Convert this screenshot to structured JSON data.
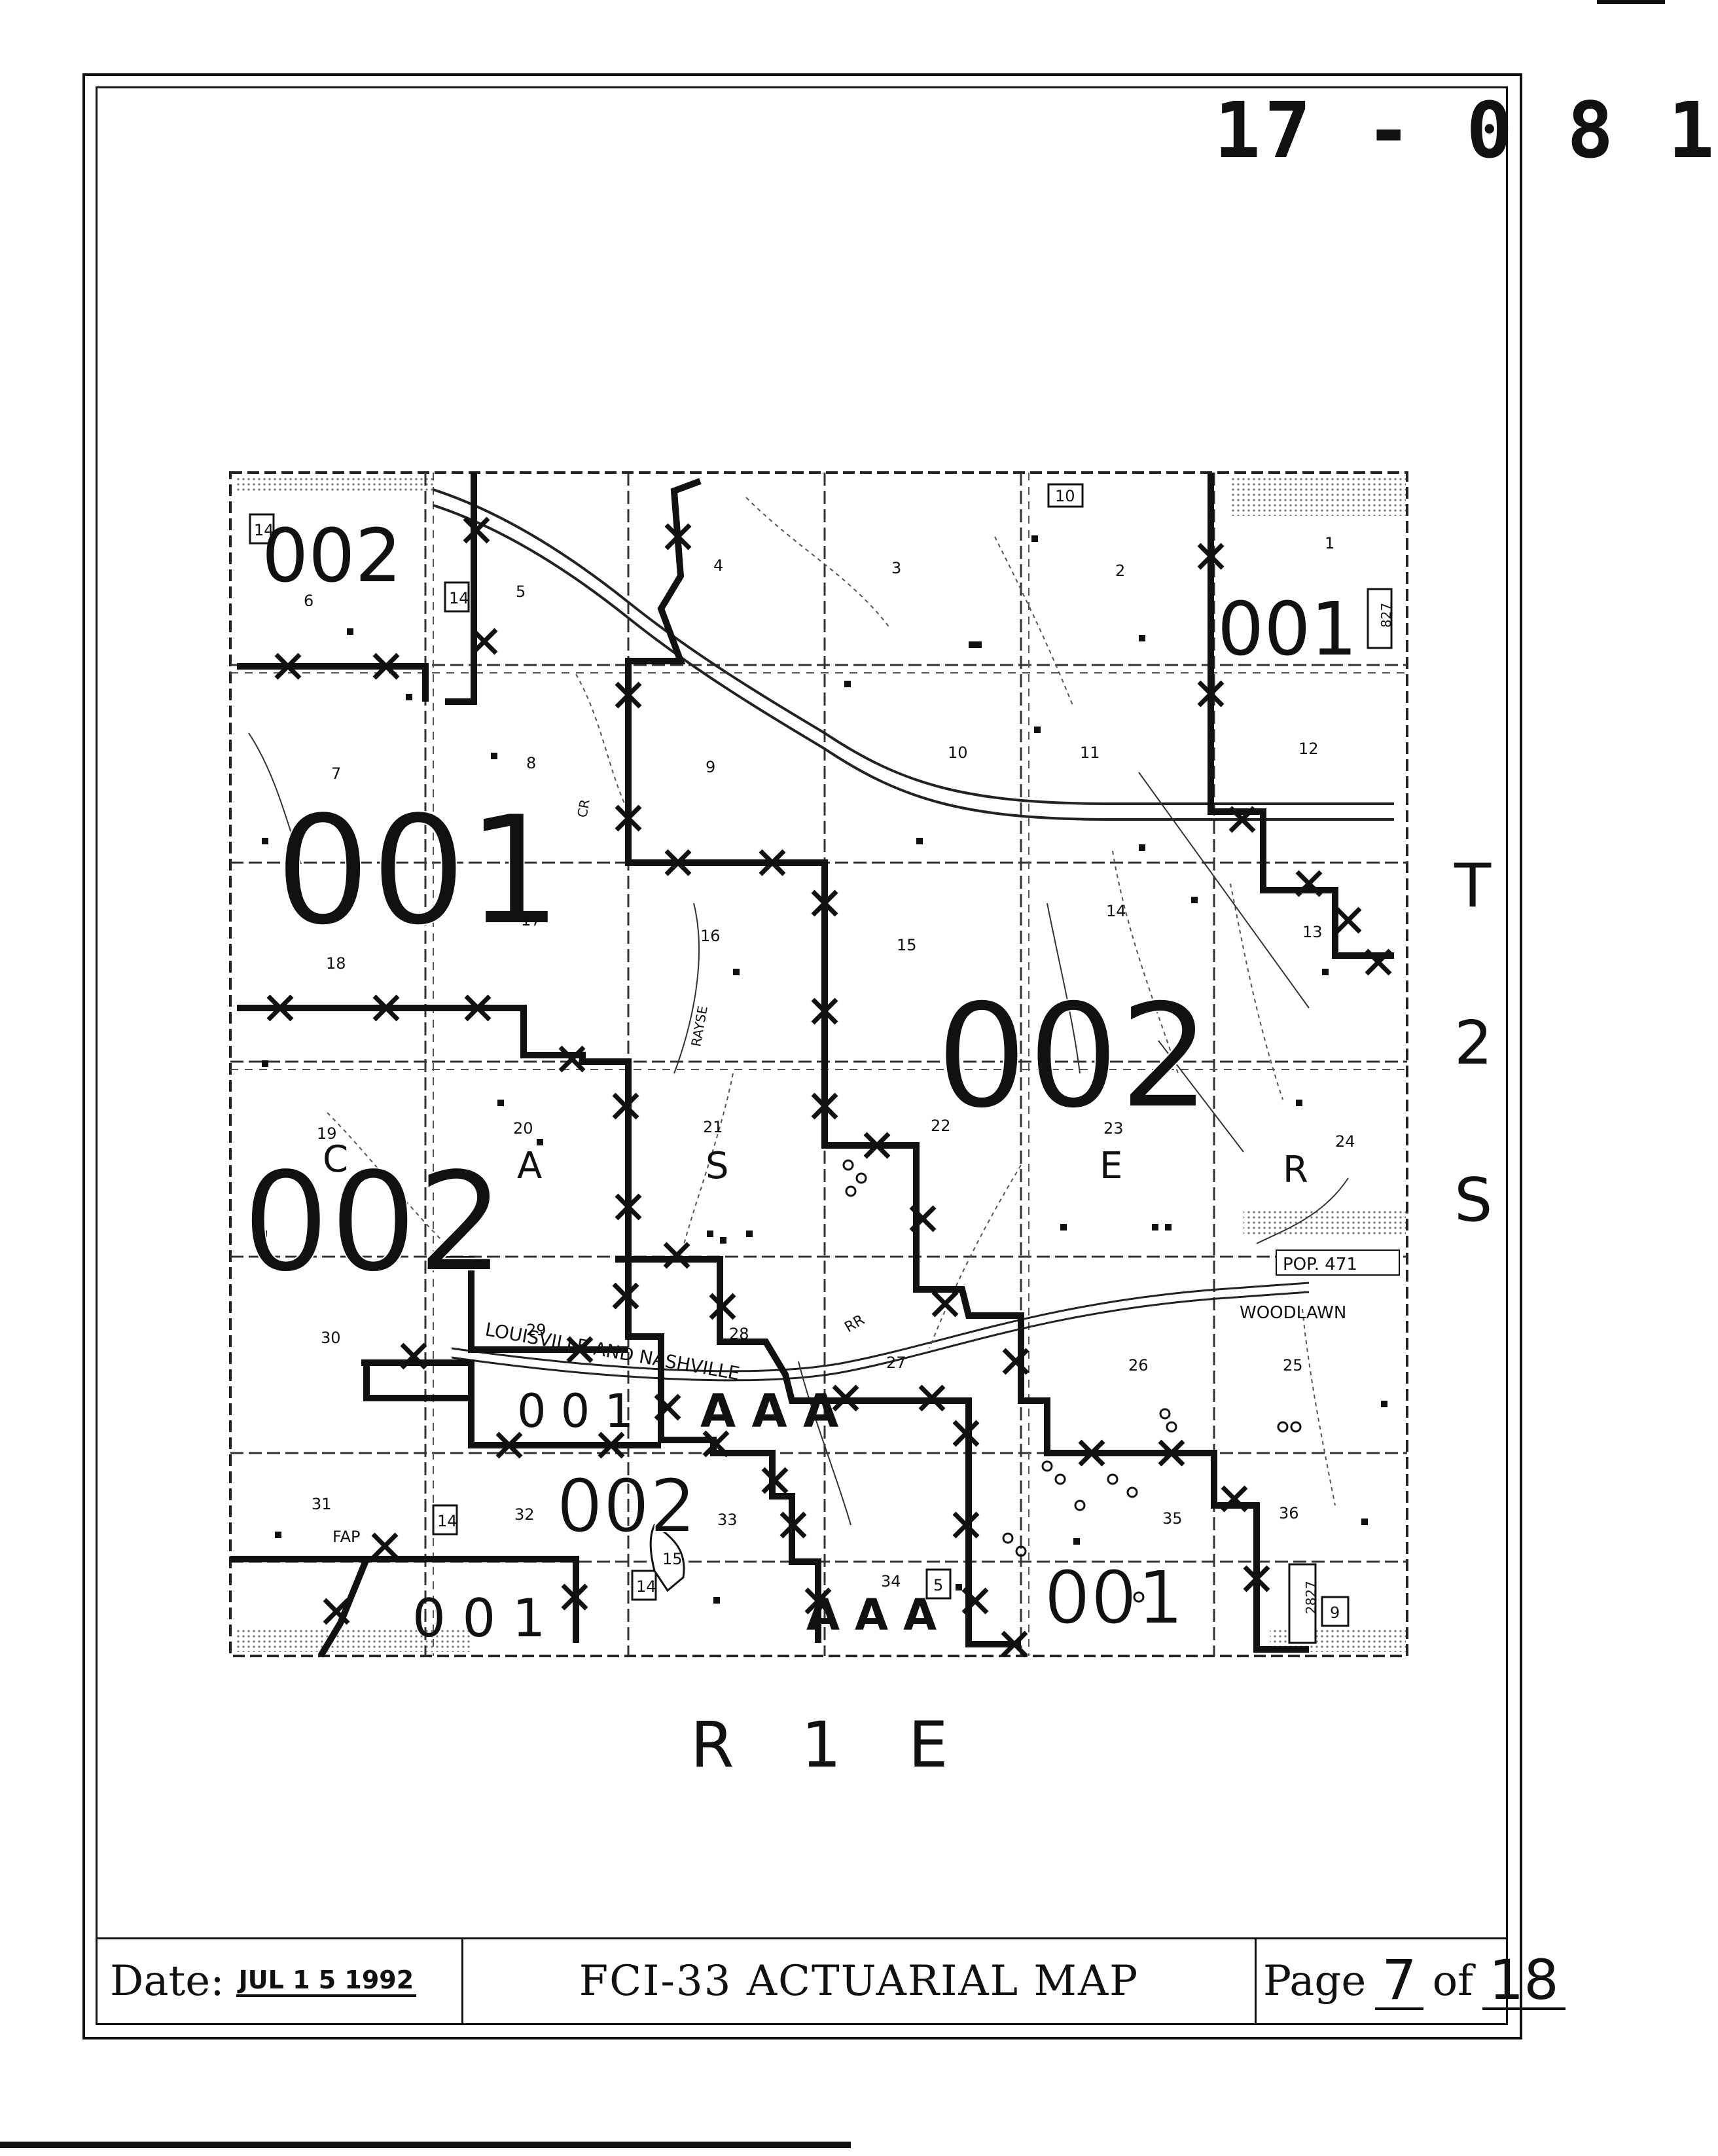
{
  "document": {
    "id": "17 - 0 8 1",
    "footer": {
      "date_label": "Date:",
      "date_value": "JUL 1 5 1992",
      "title": "FCI-33 ACTUARIAL MAP",
      "page_label": "Page",
      "page_number": "7",
      "of_label": "of",
      "page_total": "18"
    }
  },
  "map": {
    "township": [
      "T",
      "2",
      "S"
    ],
    "range": "R 1 E",
    "county_letters": [
      "C",
      "A",
      "S",
      "E",
      "R"
    ],
    "zones": [
      {
        "label": "002",
        "size": "medium"
      },
      {
        "label": "001",
        "size": "medium"
      },
      {
        "label": "001",
        "size": "large"
      },
      {
        "label": "002",
        "size": "large"
      },
      {
        "label": "002",
        "size": "large"
      },
      {
        "label": "0 0 1",
        "size": "small"
      },
      {
        "label": "A A A",
        "size": "small"
      },
      {
        "label": "002",
        "size": "medium"
      },
      {
        "label": "0 0 1",
        "size": "small"
      },
      {
        "label": "A A A",
        "size": "small"
      },
      {
        "label": "001",
        "size": "medium"
      }
    ],
    "sections": [
      "1",
      "2",
      "3",
      "4",
      "5",
      "6",
      "7",
      "8",
      "9",
      "10",
      "11",
      "12",
      "13",
      "14",
      "15",
      "16",
      "17",
      "18",
      "19",
      "20",
      "21",
      "22",
      "23",
      "24",
      "25",
      "26",
      "27",
      "28",
      "29",
      "30",
      "31",
      "32",
      "33",
      "34",
      "35",
      "36"
    ],
    "places": {
      "population": "POP. 471",
      "town": "WOODLAWN",
      "railroad": "LOUISVILLE AND NASHVILLE",
      "rr": "RR",
      "fap": "FAP",
      "cr": "CR",
      "creek": "RAYSE"
    },
    "route_shields": [
      "14",
      "14",
      "14",
      "14",
      "10",
      "827",
      "5",
      "2827",
      "9",
      "15"
    ]
  }
}
